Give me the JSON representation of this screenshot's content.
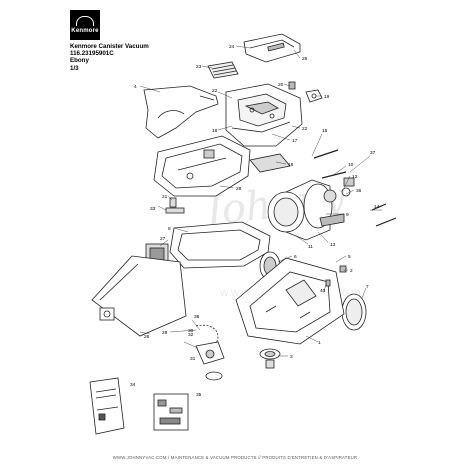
{
  "brand": {
    "logo_text": "Kenmore",
    "logo_text_is_artwork": true
  },
  "header": {
    "line1": "Kenmore Canister Vacuum",
    "line2": "116.23195901C",
    "line3": "Ebony",
    "line4": "1/3"
  },
  "watermark": {
    "text": "Johnny",
    "url_text": "www.johnnyvac.com"
  },
  "footer": {
    "text": "WWW.JOHNNYVAC.COM / MAINTENANCE & VACUUM PRODUCTS // PRODUITS D'ENTRETIEN & D'ASPIRATEUR"
  },
  "callouts": {
    "c1": "1",
    "c2": "2",
    "c3": "3",
    "c4": "4",
    "c5": "5",
    "c6": "6",
    "c7": "7",
    "c8": "8",
    "c9": "9",
    "c10": "10",
    "c11": "11",
    "c12": "12",
    "c13": "13",
    "c14": "14",
    "c15": "15",
    "c16": "16",
    "c17": "17",
    "c18": "18",
    "c19": "19",
    "c20": "20",
    "c21": "21",
    "c22a": "22",
    "c22b": "22",
    "c23": "23",
    "c24": "24",
    "c25": "25",
    "c26": "26",
    "c27": "27",
    "c28": "28",
    "c29": "29",
    "c30": "30",
    "c31": "31",
    "c32": "32",
    "c33": "33",
    "c34": "34",
    "c35": "35",
    "c36": "36",
    "c37": "37",
    "c38": "38",
    "c40": "40"
  },
  "colors": {
    "line": "#222222",
    "fill": "#ffffff",
    "shade": "#bbbbbb",
    "watermark": "#e8e8e8"
  }
}
